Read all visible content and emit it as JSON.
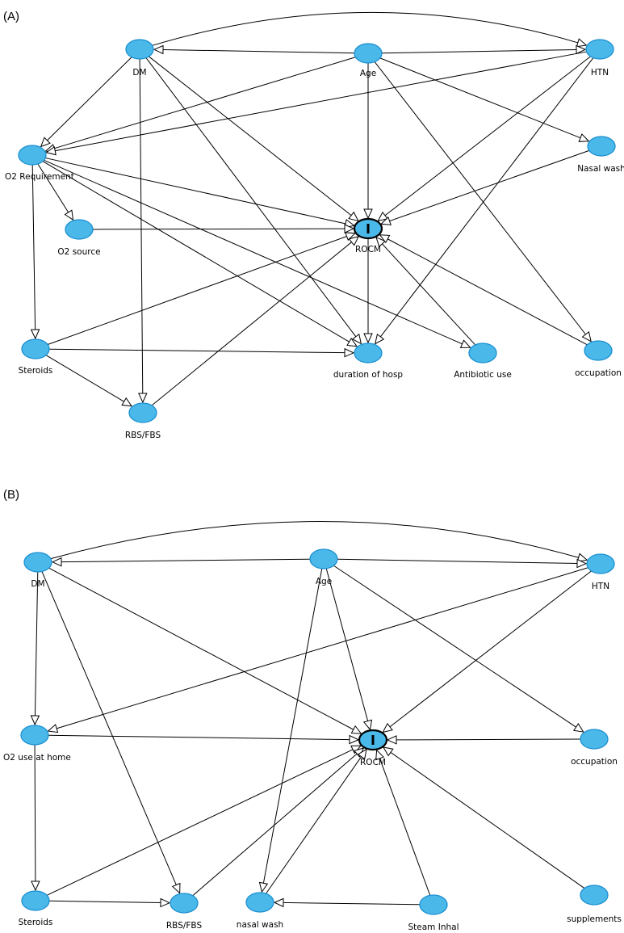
{
  "colors": {
    "node_fill": "#4ab9ea",
    "node_stroke": "#1b8fd0",
    "edge": "#000000",
    "background": "#ffffff"
  },
  "panels": [
    {
      "id": "A",
      "label": "(A)",
      "nodes": [
        {
          "id": "DM",
          "label": "DM"
        },
        {
          "id": "Age",
          "label": "Age"
        },
        {
          "id": "HTN",
          "label": "HTN"
        },
        {
          "id": "O2Req",
          "label": "O2 Requirement"
        },
        {
          "id": "O2src",
          "label": "O2 source"
        },
        {
          "id": "Nasal",
          "label": "Nasal wash"
        },
        {
          "id": "ROCM",
          "label": "ROCM",
          "outcome": true
        },
        {
          "id": "Ster",
          "label": "Steroids"
        },
        {
          "id": "Dur",
          "label": "duration of hosp"
        },
        {
          "id": "Abx",
          "label": "Antibiotic use"
        },
        {
          "id": "Occ",
          "label": "occupation"
        },
        {
          "id": "RBS",
          "label": "RBS/FBS"
        }
      ],
      "edges": [
        {
          "from": "DM",
          "to": "HTN",
          "curved": true
        },
        {
          "from": "Age",
          "to": "DM"
        },
        {
          "from": "Age",
          "to": "HTN"
        },
        {
          "from": "Age",
          "to": "O2Req"
        },
        {
          "from": "Age",
          "to": "Nasal"
        },
        {
          "from": "Age",
          "to": "ROCM"
        },
        {
          "from": "Age",
          "to": "Occ"
        },
        {
          "from": "DM",
          "to": "O2Req"
        },
        {
          "from": "DM",
          "to": "ROCM"
        },
        {
          "from": "DM",
          "to": "Dur"
        },
        {
          "from": "DM",
          "to": "RBS"
        },
        {
          "from": "HTN",
          "to": "O2Req"
        },
        {
          "from": "HTN",
          "to": "ROCM"
        },
        {
          "from": "HTN",
          "to": "Dur"
        },
        {
          "from": "O2Req",
          "to": "O2src"
        },
        {
          "from": "O2Req",
          "to": "ROCM"
        },
        {
          "from": "O2Req",
          "to": "Ster"
        },
        {
          "from": "O2Req",
          "to": "Dur"
        },
        {
          "from": "O2Req",
          "to": "Abx"
        },
        {
          "from": "O2src",
          "to": "ROCM"
        },
        {
          "from": "Nasal",
          "to": "ROCM"
        },
        {
          "from": "Ster",
          "to": "ROCM"
        },
        {
          "from": "Ster",
          "to": "Dur"
        },
        {
          "from": "Ster",
          "to": "RBS"
        },
        {
          "from": "ROCM",
          "to": "Dur"
        },
        {
          "from": "Abx",
          "to": "ROCM"
        },
        {
          "from": "Occ",
          "to": "ROCM"
        },
        {
          "from": "RBS",
          "to": "ROCM"
        }
      ]
    },
    {
      "id": "B",
      "label": "(B)",
      "nodes": [
        {
          "id": "DM",
          "label": "DM"
        },
        {
          "id": "Age",
          "label": "Age"
        },
        {
          "id": "HTN",
          "label": "HTN"
        },
        {
          "id": "O2home",
          "label": "O2 use at home"
        },
        {
          "id": "ROCM",
          "label": "ROCM",
          "outcome": true
        },
        {
          "id": "Occ",
          "label": "occupation"
        },
        {
          "id": "Ster",
          "label": "Steroids"
        },
        {
          "id": "RBS",
          "label": "RBS/FBS"
        },
        {
          "id": "Nasal",
          "label": "nasal wash"
        },
        {
          "id": "Steam",
          "label": "Steam Inhal"
        },
        {
          "id": "Supp",
          "label": "supplements"
        }
      ],
      "edges": [
        {
          "from": "DM",
          "to": "HTN",
          "curved": true
        },
        {
          "from": "Age",
          "to": "DM"
        },
        {
          "from": "Age",
          "to": "HTN"
        },
        {
          "from": "Age",
          "to": "ROCM"
        },
        {
          "from": "Age",
          "to": "Occ"
        },
        {
          "from": "Age",
          "to": "Nasal"
        },
        {
          "from": "DM",
          "to": "O2home"
        },
        {
          "from": "DM",
          "to": "ROCM"
        },
        {
          "from": "DM",
          "to": "RBS"
        },
        {
          "from": "HTN",
          "to": "O2home"
        },
        {
          "from": "HTN",
          "to": "ROCM"
        },
        {
          "from": "O2home",
          "to": "ROCM"
        },
        {
          "from": "O2home",
          "to": "Ster"
        },
        {
          "from": "Occ",
          "to": "ROCM"
        },
        {
          "from": "Ster",
          "to": "RBS"
        },
        {
          "from": "Ster",
          "to": "ROCM"
        },
        {
          "from": "RBS",
          "to": "ROCM"
        },
        {
          "from": "Nasal",
          "to": "ROCM"
        },
        {
          "from": "Steam",
          "to": "Nasal"
        },
        {
          "from": "Steam",
          "to": "ROCM"
        },
        {
          "from": "Supp",
          "to": "ROCM"
        }
      ]
    }
  ]
}
